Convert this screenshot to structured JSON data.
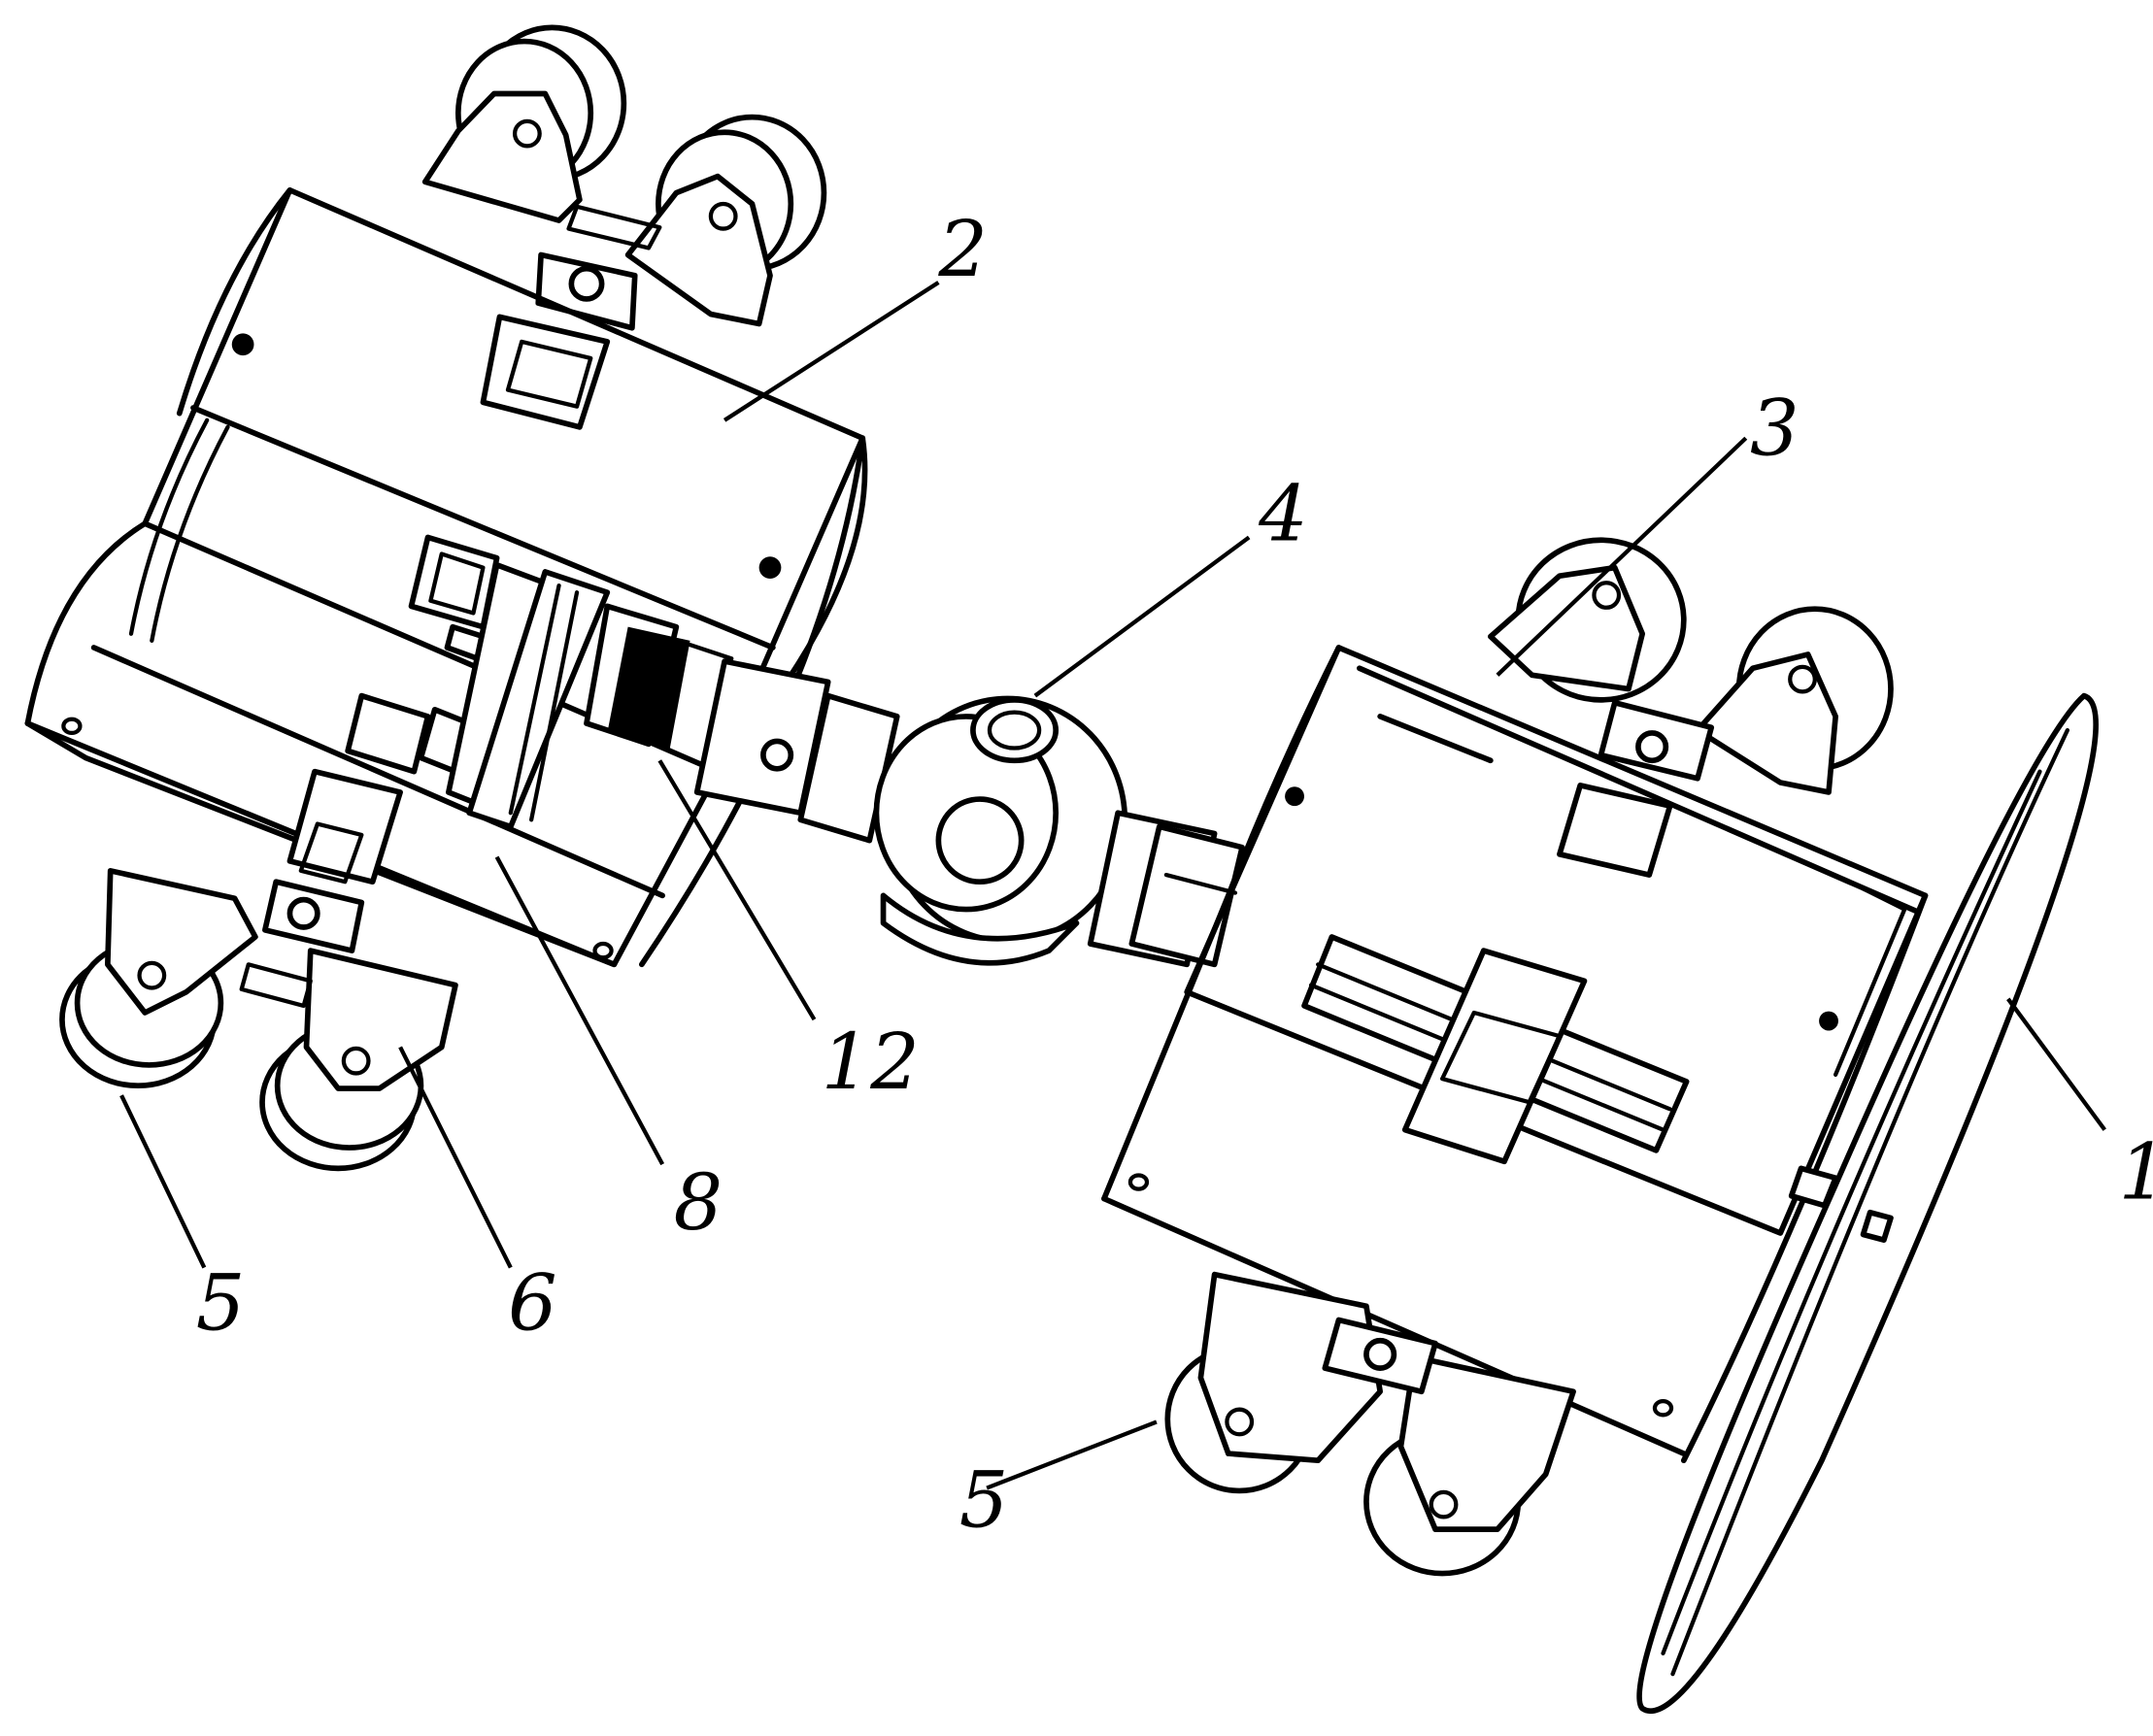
{
  "figure": {
    "labels": [
      {
        "id": "label-1",
        "text": "1"
      },
      {
        "id": "label-2",
        "text": "2"
      },
      {
        "id": "label-3",
        "text": "3"
      },
      {
        "id": "label-4",
        "text": "4"
      },
      {
        "id": "label-5-left",
        "text": "5"
      },
      {
        "id": "label-5-right",
        "text": "5"
      },
      {
        "id": "label-6",
        "text": "6"
      },
      {
        "id": "label-8",
        "text": "8"
      },
      {
        "id": "label-12",
        "text": "12"
      }
    ]
  }
}
